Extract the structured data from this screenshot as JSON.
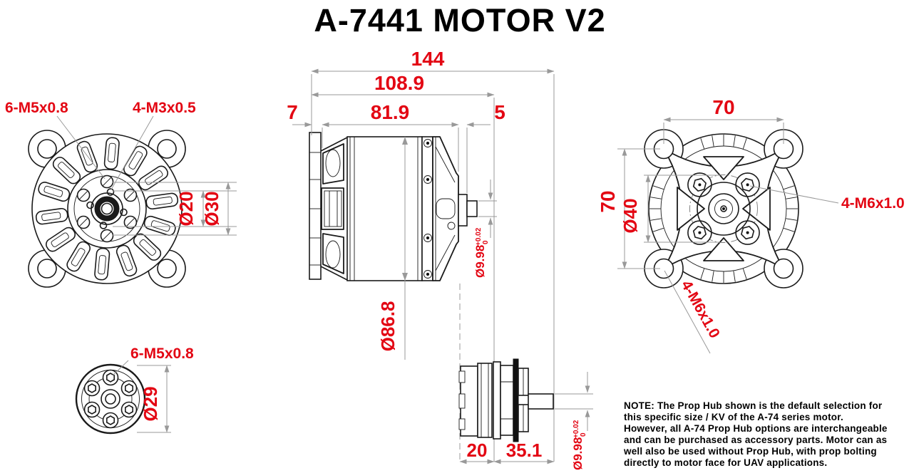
{
  "title": "A-7441 MOTOR V2",
  "colors": {
    "red": "#e30613",
    "black": "#1a1a1a",
    "gray": "#999999"
  },
  "front_view": {
    "label_m5": "6-M5x0.8",
    "label_m3": "4-M3x0.5",
    "dia_20": "Ø20",
    "dia_30": "Ø30"
  },
  "side_view": {
    "dim_total": "144",
    "dim_motor": "108.9",
    "dim_flange": "7",
    "dim_body": "81.9",
    "dim_rear": "5",
    "dim_body_dia": "Ø86.8",
    "shaft_dia": "Ø9.98",
    "tol_plus": "+0.02",
    "tol_zero": "0"
  },
  "rear_view": {
    "dim_width": "70",
    "dim_height": "70",
    "dim_bolt_circle": "Ø40",
    "label_m6_right": "4-M6x1.0",
    "label_m6_diag": "4-M6x1.0"
  },
  "hub_front": {
    "label_m5": "6-M5x0.8",
    "dia_29": "Ø29"
  },
  "hub_side": {
    "dim_hub": "20",
    "dim_shaft": "35.1",
    "shaft_dia": "Ø9.98",
    "tol_plus": "+0.02",
    "tol_zero": "0"
  },
  "note": {
    "lines": [
      "NOTE: The Prop Hub shown is the default selection for",
      "this specific size / KV of the A-74 series motor.",
      "However, all A-74 Prop Hub options are interchangeable",
      "and can be purchased as accessory parts. Motor can as",
      "well also be used without Prop Hub, with prop bolting",
      "directly to motor face for UAV applications."
    ]
  }
}
